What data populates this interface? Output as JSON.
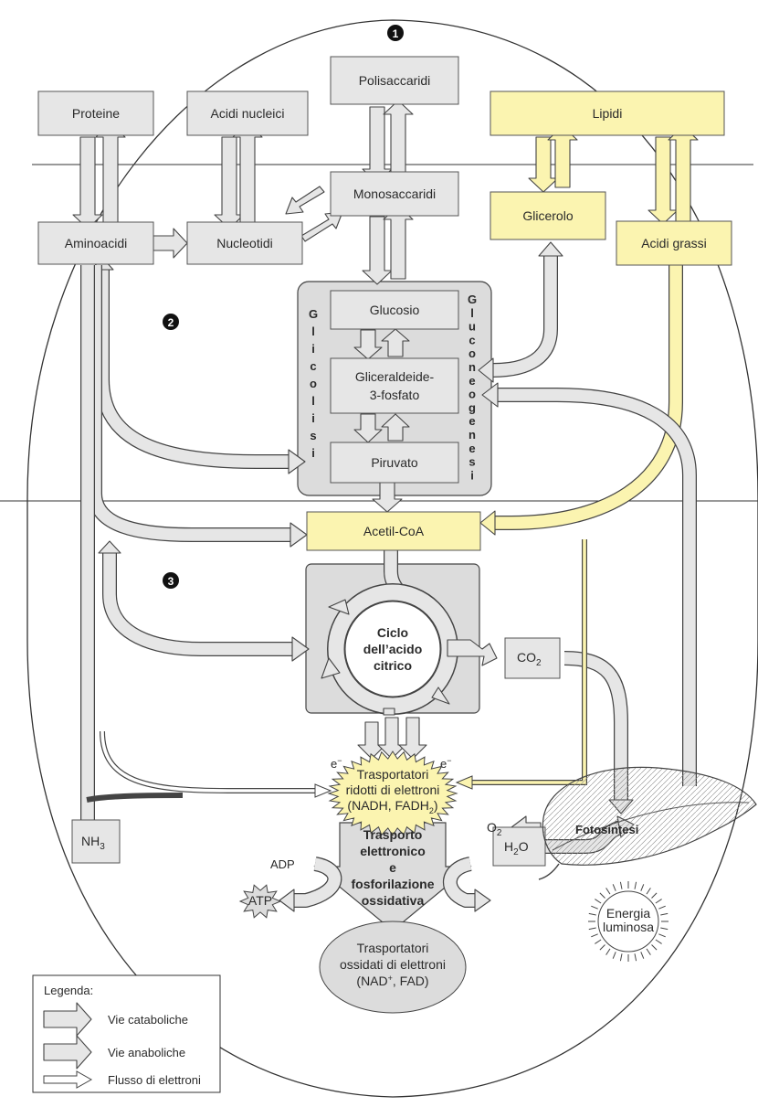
{
  "regions": {
    "r1": "1",
    "r2": "2",
    "r3": "3"
  },
  "nodes": {
    "proteine": "Proteine",
    "acidi_nucleici": "Acidi nucleici",
    "polisaccaridi": "Polisaccaridi",
    "lipidi": "Lipidi",
    "monosaccaridi": "Monosaccaridi",
    "glicerolo": "Glicerolo",
    "aminoacidi": "Aminoacidi",
    "nucleotidi": "Nucleotidi",
    "acidi_grassi": "Acidi grassi",
    "glucosio": "Glucosio",
    "gliceraldeide_1": "Gliceraldeide-",
    "gliceraldeide_2": "3-fosfato",
    "piruvato": "Piruvato",
    "acetil_coa": "Acetil-CoA",
    "ciclo_1": "Ciclo",
    "ciclo_2": "dell’acido",
    "ciclo_3": "citrico",
    "co2_main": "CO",
    "co2_sub": "2",
    "nh3_main": "NH",
    "nh3_sub": "3",
    "rid_1": "Trasportatori",
    "rid_2": "ridotti di elettroni",
    "rid_3": "(NADH, FADH",
    "rid_3_sub": "2",
    "rid_3_end": ")",
    "ox_1": "Trasportatori",
    "ox_2": "ossidati di elettroni",
    "ox_3a": "(NAD",
    "ox_3_sup": "+",
    "ox_3b": ", FAD)",
    "trasporto_1": "Trasporto",
    "trasporto_2": "elettronico",
    "trasporto_3": "e",
    "trasporto_4": "fosforilazione",
    "trasporto_5": "ossidativa",
    "adp": "ADP",
    "atp": "ATP",
    "o2_main": "O",
    "o2_sub": "2",
    "h2o_a": "H",
    "h2o_sub": "2",
    "h2o_b": "O",
    "fotosintesi": "Fotosintesi",
    "energia_1": "Energia",
    "energia_2": "luminosa",
    "e_left": "e",
    "e_right": "e",
    "e_minus": "−"
  },
  "vertical_labels": {
    "glicolisi": [
      "G",
      "l",
      "i",
      "c",
      "o",
      "l",
      "i",
      "s",
      "i"
    ],
    "gluconeogenesi": [
      "G",
      "l",
      "u",
      "c",
      "o",
      "n",
      "e",
      "o",
      "g",
      "e",
      "n",
      "e",
      "s",
      "i"
    ]
  },
  "legend": {
    "title": "Legenda:",
    "items": [
      "Vie cataboliche",
      "Vie anaboliche",
      "Flusso di elettroni"
    ]
  },
  "colors": {
    "box_grey": "#e6e6e6",
    "lipid_yellow": "#fbf4b0",
    "outline": "#444444"
  }
}
